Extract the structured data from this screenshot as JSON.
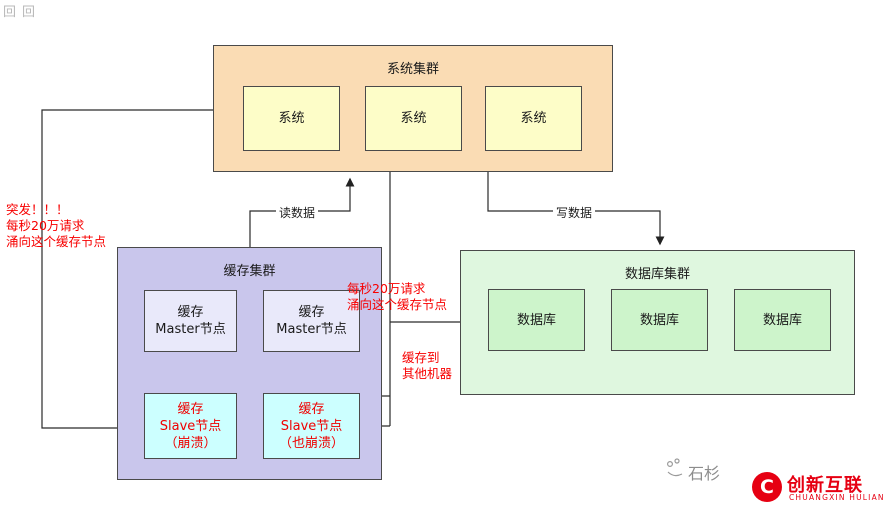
{
  "corner_marks": [
    "回",
    "回"
  ],
  "system_cluster": {
    "title": "系统集群",
    "nodes": [
      "系统",
      "系统",
      "系统"
    ]
  },
  "cache_cluster": {
    "title": "缓存集群",
    "masters": [
      {
        "l1": "缓存",
        "l2": "Master节点"
      },
      {
        "l1": "缓存",
        "l2": "Master节点"
      }
    ],
    "slaves": [
      {
        "l1": "缓存",
        "l2": "Slave节点",
        "l3": "（崩溃）"
      },
      {
        "l1": "缓存",
        "l2": "Slave节点",
        "l3": "（也崩溃）"
      }
    ]
  },
  "db_cluster": {
    "title": "数据库集群",
    "nodes": [
      "数据库",
      "数据库",
      "数据库"
    ]
  },
  "flow_labels": {
    "read": "读数据",
    "write": "写数据"
  },
  "annotations": {
    "burst": {
      "l1": "突发！！！",
      "l2": "每秒20万请求",
      "l3": "涌向这个缓存节点"
    },
    "surge": {
      "l1": "每秒20万请求",
      "l2": "涌向这个缓存节点"
    },
    "cache_to": {
      "l1": "缓存到",
      "l2": "其他机器"
    }
  },
  "watermark": {
    "author": "石杉",
    "brand": "创新互联",
    "brand_sub": "CHUANGXIN HULIAN"
  },
  "colors": {
    "system_fill": "#fadcb4",
    "system_node_fill": "#fdfdc8",
    "cache_fill": "#c9c6ec",
    "master_fill": "#e9e9fa",
    "slave_fill": "#ccffff",
    "db_fill": "#dff7df",
    "db_node_fill": "#cdf4cb",
    "alert_red": "#f70000",
    "line_color": "#2a2a2a",
    "brand_red": "#e60012"
  }
}
